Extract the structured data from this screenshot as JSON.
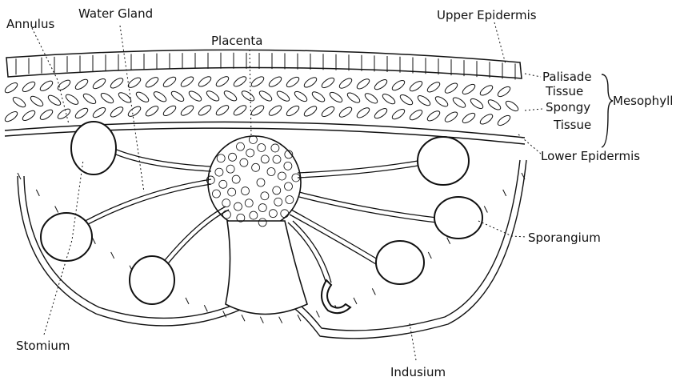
{
  "labels": {
    "annulus": "Annulus",
    "water_gland": "Water Gland",
    "placenta": "Placenta",
    "upper_epidermis": "Upper Epidermis",
    "palisade_1": "Palisade",
    "palisade_2": "Tissue",
    "mesophyll": "Mesophyll",
    "spongy_1": "Spongy",
    "spongy_2": "Tissue",
    "lower_epidermis": "Lower Epidermis",
    "sporangium": "Sporangium",
    "stomium": "Stomium",
    "indusium": "Indusium"
  }
}
